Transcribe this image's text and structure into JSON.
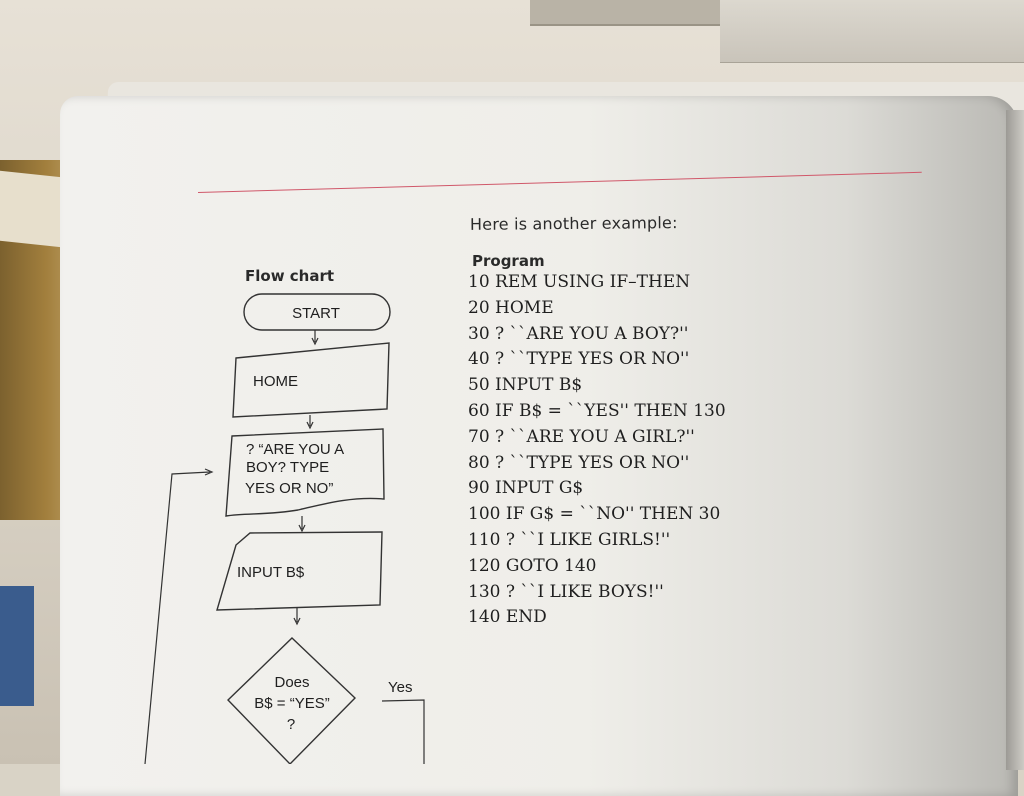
{
  "scene": {
    "caption": "Here is another example:",
    "program_heading": "Program",
    "flowchart_heading": "Flow chart"
  },
  "program_lines": [
    "10 REM USING IF–THEN",
    "20 HOME",
    "30 ? ``ARE YOU A BOY?''",
    "40 ? ``TYPE YES OR NO''",
    "50 INPUT B$",
    "60 IF B$ = ``YES'' THEN 130",
    "70 ? ``ARE YOU A GIRL?''",
    "80 ? ``TYPE YES OR NO''",
    "90 INPUT G$",
    "100 IF G$ = ``NO'' THEN 30",
    "110 ? ``I LIKE GIRLS!''",
    "120 GOTO 140",
    "130 ? ``I LIKE BOYS!''",
    "140 END"
  ],
  "flowchart": {
    "start": "START",
    "home": "HOME",
    "prompt": [
      "? “ARE YOU A",
      "BOY? TYPE",
      "YES OR NO”"
    ],
    "input": "INPUT B$",
    "decision": [
      "Does",
      "B$ = “YES”",
      "?"
    ],
    "yes_label": "Yes"
  }
}
